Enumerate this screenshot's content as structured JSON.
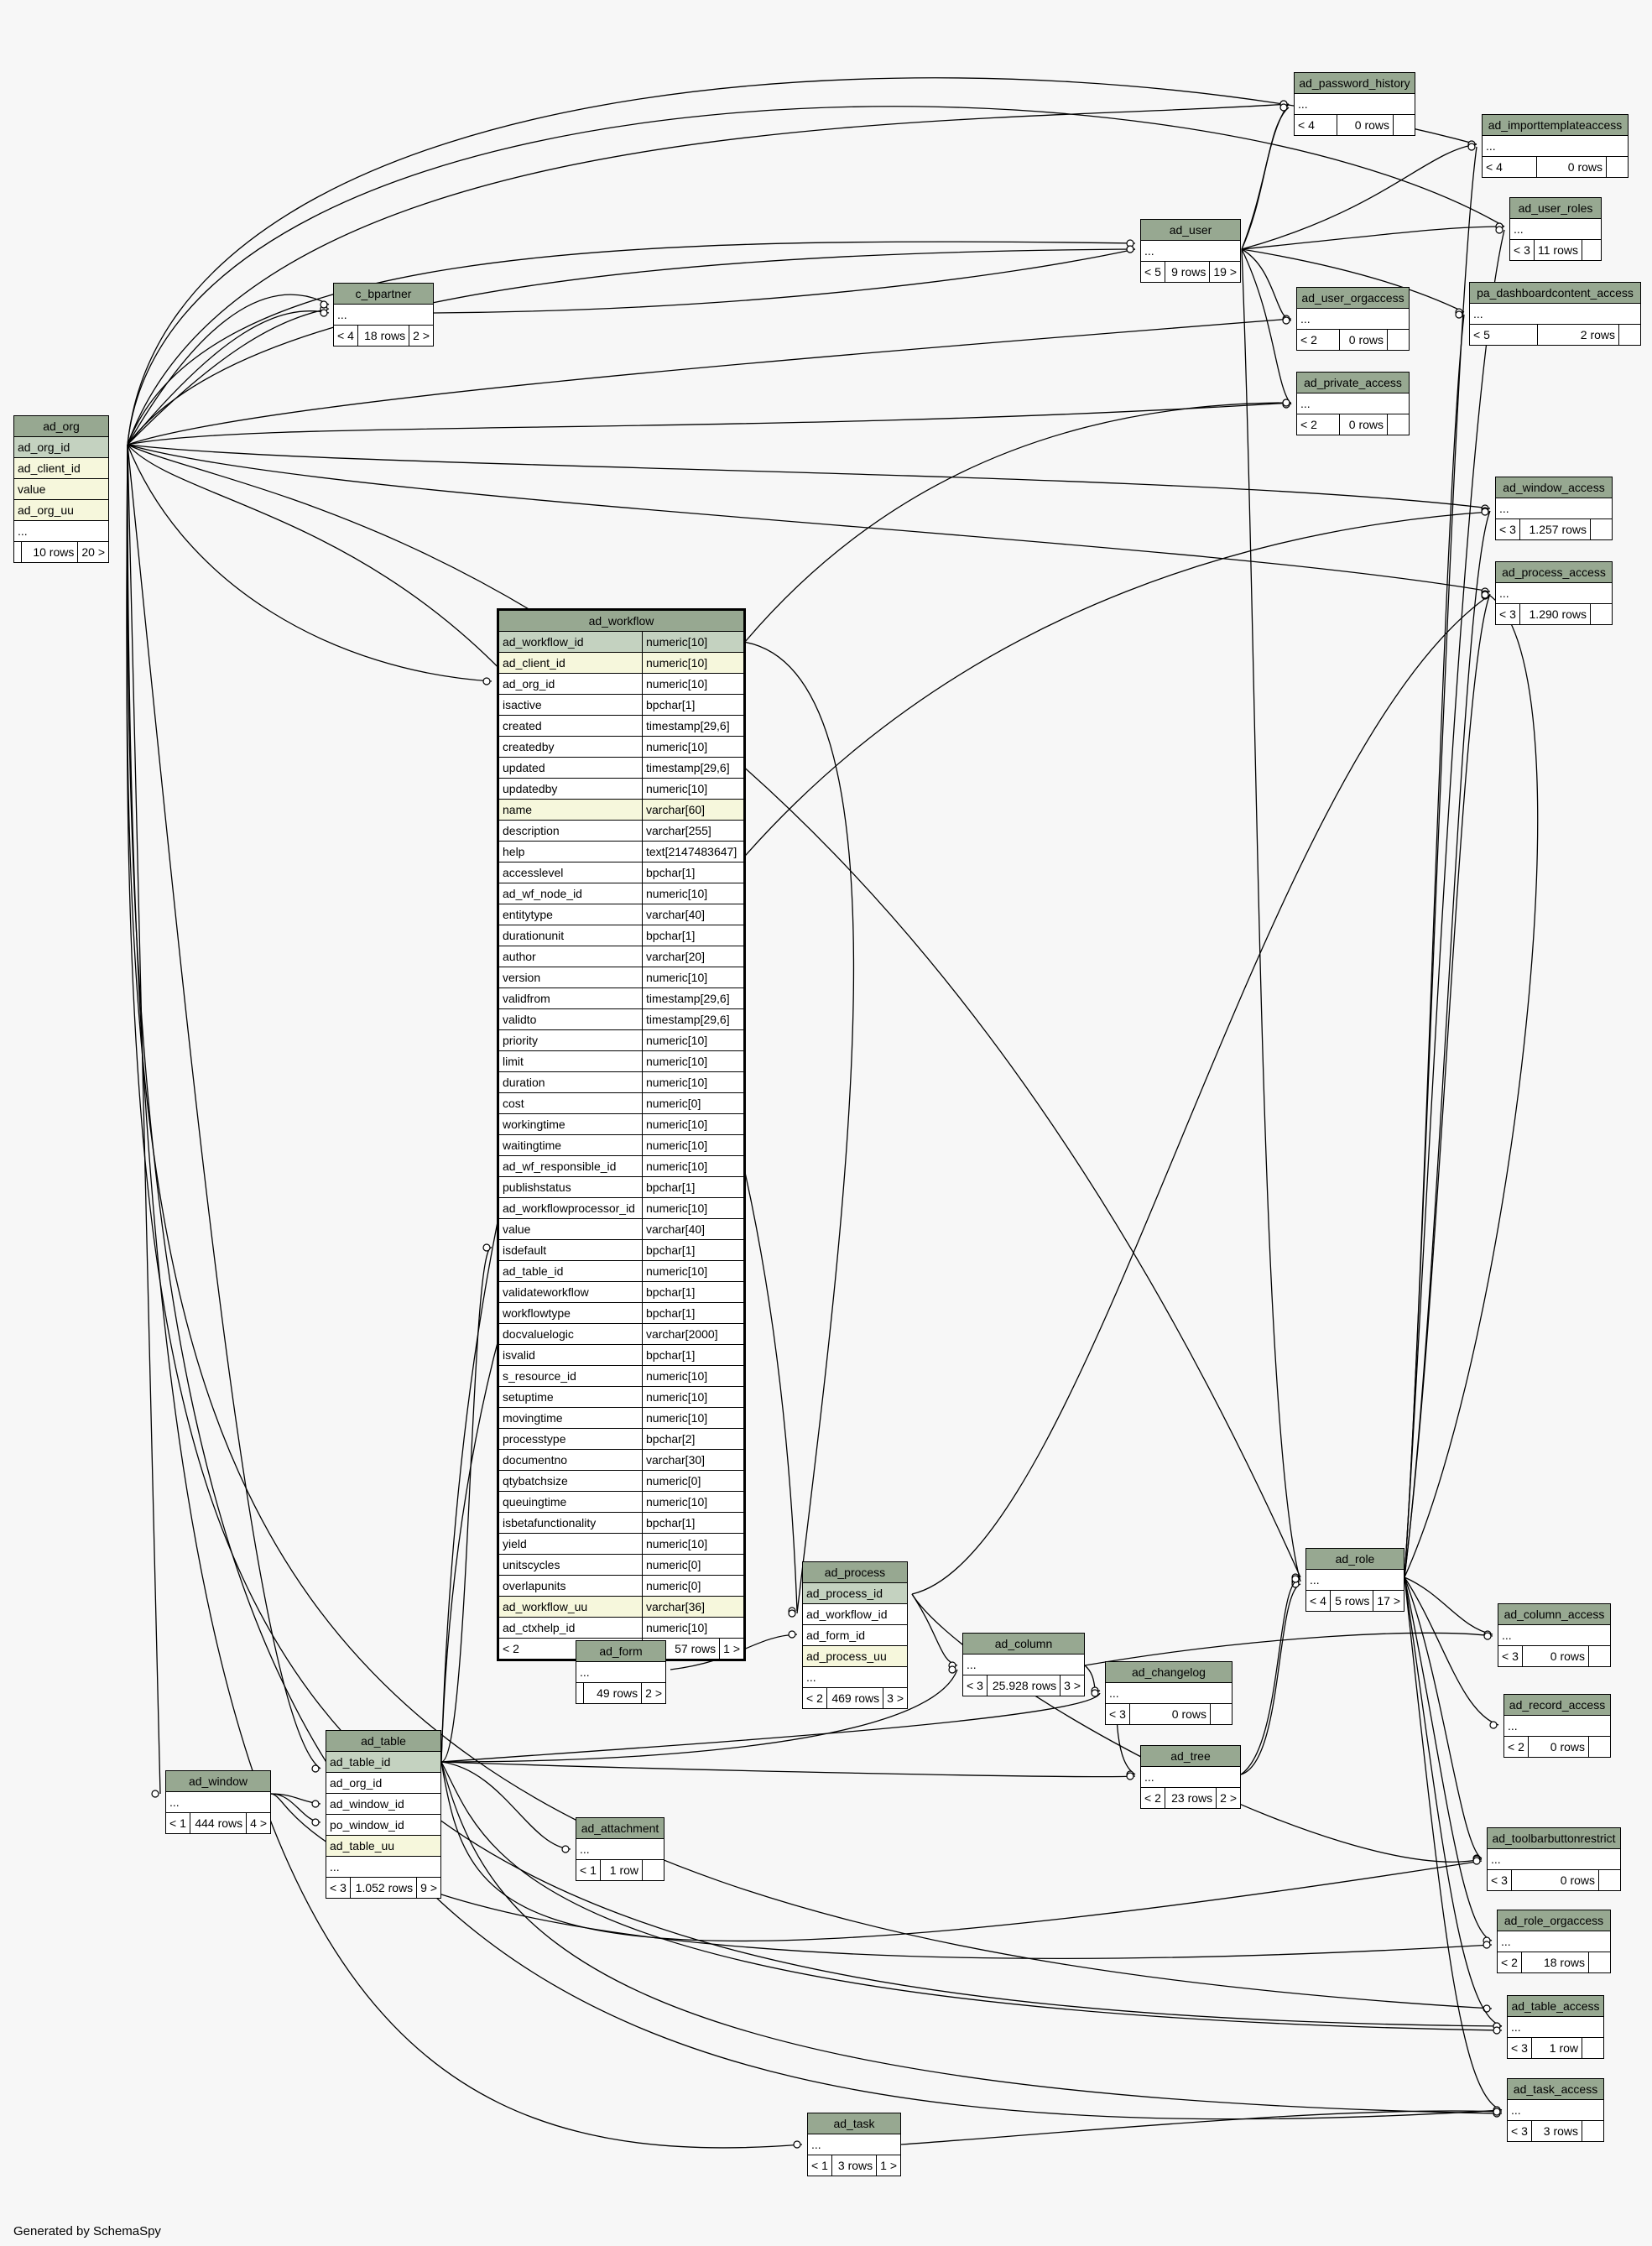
{
  "footer": "Generated by SchemaSpy",
  "tables": [
    {
      "name": "ad_org",
      "rows": [
        [
          "ad_org_id",
          "",
          "pk"
        ],
        [
          "ad_client_id",
          "",
          "idx"
        ],
        [
          "value",
          "",
          "idx"
        ],
        [
          "ad_org_uu",
          "",
          "idx"
        ],
        [
          "...",
          "",
          ""
        ]
      ],
      "footer": [
        "",
        "10 rows",
        "20 >"
      ]
    },
    {
      "name": "c_bpartner",
      "rows": [
        [
          "...",
          "",
          ""
        ]
      ],
      "footer": [
        "< 4",
        "18 rows",
        "2 >"
      ]
    },
    {
      "name": "ad_user",
      "rows": [
        [
          "...",
          "",
          ""
        ]
      ],
      "footer": [
        "< 5",
        "9 rows",
        "19 >"
      ]
    },
    {
      "name": "ad_password_history",
      "rows": [
        [
          "...",
          "",
          ""
        ]
      ],
      "footer": [
        "< 4",
        "0 rows",
        ""
      ]
    },
    {
      "name": "ad_importtemplateaccess",
      "rows": [
        [
          "...",
          "",
          ""
        ]
      ],
      "footer": [
        "< 4",
        "0 rows",
        ""
      ]
    },
    {
      "name": "ad_user_roles",
      "rows": [
        [
          "...",
          "",
          ""
        ]
      ],
      "footer": [
        "< 3",
        "11 rows",
        ""
      ]
    },
    {
      "name": "ad_user_orgaccess",
      "rows": [
        [
          "...",
          "",
          ""
        ]
      ],
      "footer": [
        "< 2",
        "0 rows",
        ""
      ]
    },
    {
      "name": "pa_dashboardcontent_access",
      "rows": [
        [
          "...",
          "",
          ""
        ]
      ],
      "footer": [
        "< 5",
        "2 rows",
        ""
      ]
    },
    {
      "name": "ad_private_access",
      "rows": [
        [
          "...",
          "",
          ""
        ]
      ],
      "footer": [
        "< 2",
        "0 rows",
        ""
      ]
    },
    {
      "name": "ad_window_access",
      "rows": [
        [
          "...",
          "",
          ""
        ]
      ],
      "footer": [
        "< 3",
        "1.257 rows",
        ""
      ]
    },
    {
      "name": "ad_process_access",
      "rows": [
        [
          "...",
          "",
          ""
        ]
      ],
      "footer": [
        "< 3",
        "1.290 rows",
        ""
      ]
    },
    {
      "name": "ad_workflow",
      "rows": [
        [
          "ad_workflow_id",
          "numeric[10]",
          "pk"
        ],
        [
          "ad_client_id",
          "numeric[10]",
          "idx"
        ],
        [
          "ad_org_id",
          "numeric[10]",
          ""
        ],
        [
          "isactive",
          "bpchar[1]",
          ""
        ],
        [
          "created",
          "timestamp[29,6]",
          ""
        ],
        [
          "createdby",
          "numeric[10]",
          ""
        ],
        [
          "updated",
          "timestamp[29,6]",
          ""
        ],
        [
          "updatedby",
          "numeric[10]",
          ""
        ],
        [
          "name",
          "varchar[60]",
          "idx"
        ],
        [
          "description",
          "varchar[255]",
          ""
        ],
        [
          "help",
          "text[2147483647]",
          ""
        ],
        [
          "accesslevel",
          "bpchar[1]",
          ""
        ],
        [
          "ad_wf_node_id",
          "numeric[10]",
          ""
        ],
        [
          "entitytype",
          "varchar[40]",
          ""
        ],
        [
          "durationunit",
          "bpchar[1]",
          ""
        ],
        [
          "author",
          "varchar[20]",
          ""
        ],
        [
          "version",
          "numeric[10]",
          ""
        ],
        [
          "validfrom",
          "timestamp[29,6]",
          ""
        ],
        [
          "validto",
          "timestamp[29,6]",
          ""
        ],
        [
          "priority",
          "numeric[10]",
          ""
        ],
        [
          "limit",
          "numeric[10]",
          ""
        ],
        [
          "duration",
          "numeric[10]",
          ""
        ],
        [
          "cost",
          "numeric[0]",
          ""
        ],
        [
          "workingtime",
          "numeric[10]",
          ""
        ],
        [
          "waitingtime",
          "numeric[10]",
          ""
        ],
        [
          "ad_wf_responsible_id",
          "numeric[10]",
          ""
        ],
        [
          "publishstatus",
          "bpchar[1]",
          ""
        ],
        [
          "ad_workflowprocessor_id",
          "numeric[10]",
          ""
        ],
        [
          "value",
          "varchar[40]",
          ""
        ],
        [
          "isdefault",
          "bpchar[1]",
          ""
        ],
        [
          "ad_table_id",
          "numeric[10]",
          ""
        ],
        [
          "validateworkflow",
          "bpchar[1]",
          ""
        ],
        [
          "workflowtype",
          "bpchar[1]",
          ""
        ],
        [
          "docvaluelogic",
          "varchar[2000]",
          ""
        ],
        [
          "isvalid",
          "bpchar[1]",
          ""
        ],
        [
          "s_resource_id",
          "numeric[10]",
          ""
        ],
        [
          "setuptime",
          "numeric[10]",
          ""
        ],
        [
          "movingtime",
          "numeric[10]",
          ""
        ],
        [
          "processtype",
          "bpchar[2]",
          ""
        ],
        [
          "documentno",
          "varchar[30]",
          ""
        ],
        [
          "qtybatchsize",
          "numeric[0]",
          ""
        ],
        [
          "queuingtime",
          "numeric[10]",
          ""
        ],
        [
          "isbetafunctionality",
          "bpchar[1]",
          ""
        ],
        [
          "yield",
          "numeric[10]",
          ""
        ],
        [
          "unitscycles",
          "numeric[0]",
          ""
        ],
        [
          "overlapunits",
          "numeric[0]",
          ""
        ],
        [
          "ad_workflow_uu",
          "varchar[36]",
          "idx"
        ],
        [
          "ad_ctxhelp_id",
          "numeric[10]",
          ""
        ]
      ],
      "footer": [
        "< 2",
        "57 rows",
        "1 >"
      ]
    },
    {
      "name": "ad_role",
      "rows": [
        [
          "...",
          "",
          ""
        ]
      ],
      "footer": [
        "< 4",
        "5 rows",
        "17 >"
      ]
    },
    {
      "name": "ad_process",
      "rows": [
        [
          "ad_process_id",
          "",
          "pk"
        ],
        [
          "ad_workflow_id",
          "",
          ""
        ],
        [
          "ad_form_id",
          "",
          ""
        ],
        [
          "ad_process_uu",
          "",
          "idx"
        ],
        [
          "...",
          "",
          ""
        ]
      ],
      "footer": [
        "< 2",
        "469 rows",
        "3 >"
      ]
    },
    {
      "name": "ad_form",
      "rows": [
        [
          "...",
          "",
          ""
        ]
      ],
      "footer": [
        "",
        "49 rows",
        "2 >"
      ]
    },
    {
      "name": "ad_column",
      "rows": [
        [
          "...",
          "",
          ""
        ]
      ],
      "footer": [
        "< 3",
        "25.928 rows",
        "3 >"
      ]
    },
    {
      "name": "ad_changelog",
      "rows": [
        [
          "...",
          "",
          ""
        ]
      ],
      "footer": [
        "< 3",
        "0 rows",
        ""
      ]
    },
    {
      "name": "ad_column_access",
      "rows": [
        [
          "...",
          "",
          ""
        ]
      ],
      "footer": [
        "< 3",
        "0 rows",
        ""
      ]
    },
    {
      "name": "ad_tree",
      "rows": [
        [
          "...",
          "",
          ""
        ]
      ],
      "footer": [
        "< 2",
        "23 rows",
        "2 >"
      ]
    },
    {
      "name": "ad_record_access",
      "rows": [
        [
          "...",
          "",
          ""
        ]
      ],
      "footer": [
        "< 2",
        "0 rows",
        ""
      ]
    },
    {
      "name": "ad_window",
      "rows": [
        [
          "...",
          "",
          ""
        ]
      ],
      "footer": [
        "< 1",
        "444 rows",
        "4 >"
      ]
    },
    {
      "name": "ad_table",
      "rows": [
        [
          "ad_table_id",
          "",
          "pk"
        ],
        [
          "ad_org_id",
          "",
          ""
        ],
        [
          "ad_window_id",
          "",
          ""
        ],
        [
          "po_window_id",
          "",
          ""
        ],
        [
          "ad_table_uu",
          "",
          "idx"
        ],
        [
          "...",
          "",
          ""
        ]
      ],
      "footer": [
        "< 3",
        "1.052 rows",
        "9 >"
      ]
    },
    {
      "name": "ad_attachment",
      "rows": [
        [
          "...",
          "",
          ""
        ]
      ],
      "footer": [
        "< 1",
        "1 row",
        ""
      ]
    },
    {
      "name": "ad_toolbarbuttonrestrict",
      "rows": [
        [
          "...",
          "",
          ""
        ]
      ],
      "footer": [
        "< 3",
        "0 rows",
        ""
      ]
    },
    {
      "name": "ad_role_orgaccess",
      "rows": [
        [
          "...",
          "",
          ""
        ]
      ],
      "footer": [
        "< 2",
        "18 rows",
        ""
      ]
    },
    {
      "name": "ad_table_access",
      "rows": [
        [
          "...",
          "",
          ""
        ]
      ],
      "footer": [
        "< 3",
        "1 row",
        ""
      ]
    },
    {
      "name": "ad_task_access",
      "rows": [
        [
          "...",
          "",
          ""
        ]
      ],
      "footer": [
        "< 3",
        "3 rows",
        ""
      ]
    },
    {
      "name": "ad_task",
      "rows": [
        [
          "...",
          "",
          ""
        ]
      ],
      "footer": [
        "< 1",
        "3 rows",
        "1 >"
      ]
    }
  ]
}
